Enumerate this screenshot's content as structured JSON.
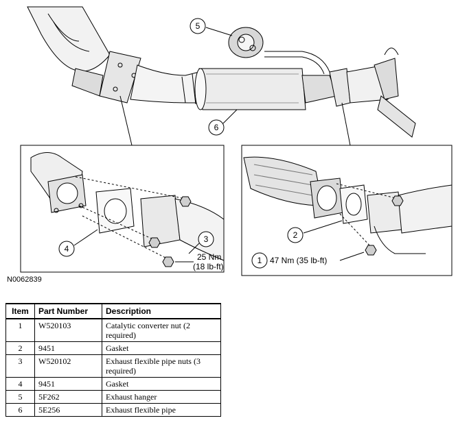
{
  "figure": {
    "id": "N0062839",
    "callouts": [
      "1",
      "2",
      "3",
      "4",
      "5",
      "6"
    ],
    "torque_1": "47 Nm (35 lb-ft)",
    "torque_3_line1": "25 Nm",
    "torque_3_line2": "(18 lb-ft)"
  },
  "table": {
    "headers": [
      "Item",
      "Part Number",
      "Description"
    ],
    "rows": [
      {
        "item": "1",
        "part": "W520103",
        "desc": "Catalytic converter nut (2 required)"
      },
      {
        "item": "2",
        "part": "9451",
        "desc": "Gasket"
      },
      {
        "item": "3",
        "part": "W520102",
        "desc": "Exhaust flexible pipe nuts (3 required)"
      },
      {
        "item": "4",
        "part": "9451",
        "desc": "Gasket"
      },
      {
        "item": "5",
        "part": "5F262",
        "desc": "Exhaust hanger"
      },
      {
        "item": "6",
        "part": "5E256",
        "desc": "Exhaust flexible pipe"
      }
    ]
  }
}
